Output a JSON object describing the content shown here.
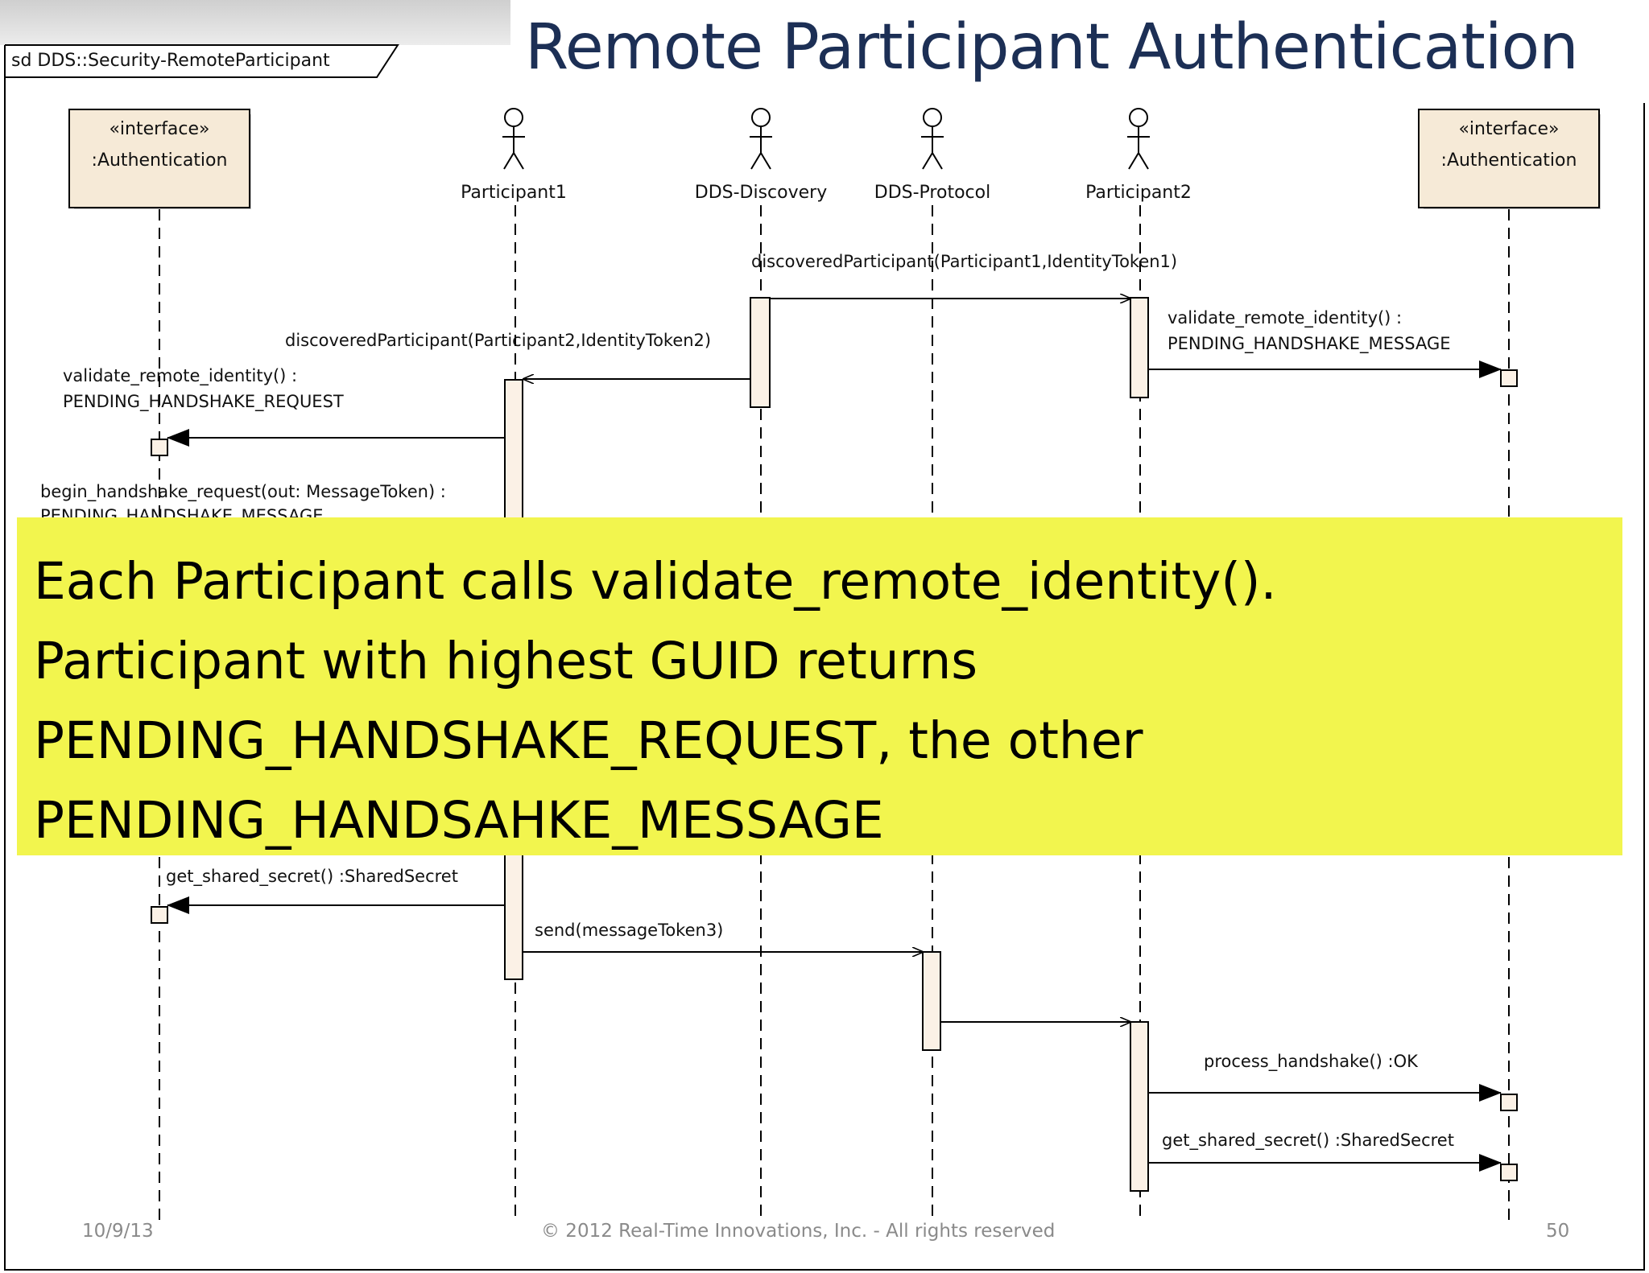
{
  "slide": {
    "title": "Remote Participant Authentication",
    "date": "10/9/13",
    "copyright": "© 2012 Real-Time Innovations, Inc.  -  All rights reserved",
    "page_number": "50"
  },
  "diagram": {
    "frame_label": "sd DDS::Security-RemoteParticipant",
    "interface_stereotype": "«interface»",
    "left_interface_name": ":Authentication",
    "right_interface_name": ":Authentication",
    "actors": [
      "Participant1",
      "DDS-Discovery",
      "DDS-Protocol",
      "Participant2"
    ],
    "messages": {
      "discovered_p1": "discoveredParticipant(Participant1,IdentityToken1)",
      "discovered_p2": "discoveredParticipant(Participant2,IdentityToken2)",
      "validate_right_line1": "validate_remote_identity() :",
      "validate_right_line2": "PENDING_HANDSHAKE_MESSAGE",
      "validate_left_line1": "validate_remote_identity() :",
      "validate_left_line2": "PENDING_HANDSHAKE_REQUEST",
      "begin_handshake_line1": "begin_handshake_request(out: MessageToken) :",
      "begin_handshake_line2": "PENDING_HANDSHAKE_MESSAGE",
      "get_shared_secret_left": "get_shared_secret() :SharedSecret",
      "send_token": "send(messageToken3)",
      "process_handshake": "process_handshake() :OK",
      "get_shared_secret_right": "get_shared_secret() :SharedSecret"
    }
  },
  "callout": {
    "lines": [
      "Each Participant calls validate_remote_identity().",
      "Participant with highest GUID returns",
      "PENDING_HANDSHAKE_REQUEST, the other",
      "PENDING_HANDSAHKE_MESSAGE"
    ]
  }
}
